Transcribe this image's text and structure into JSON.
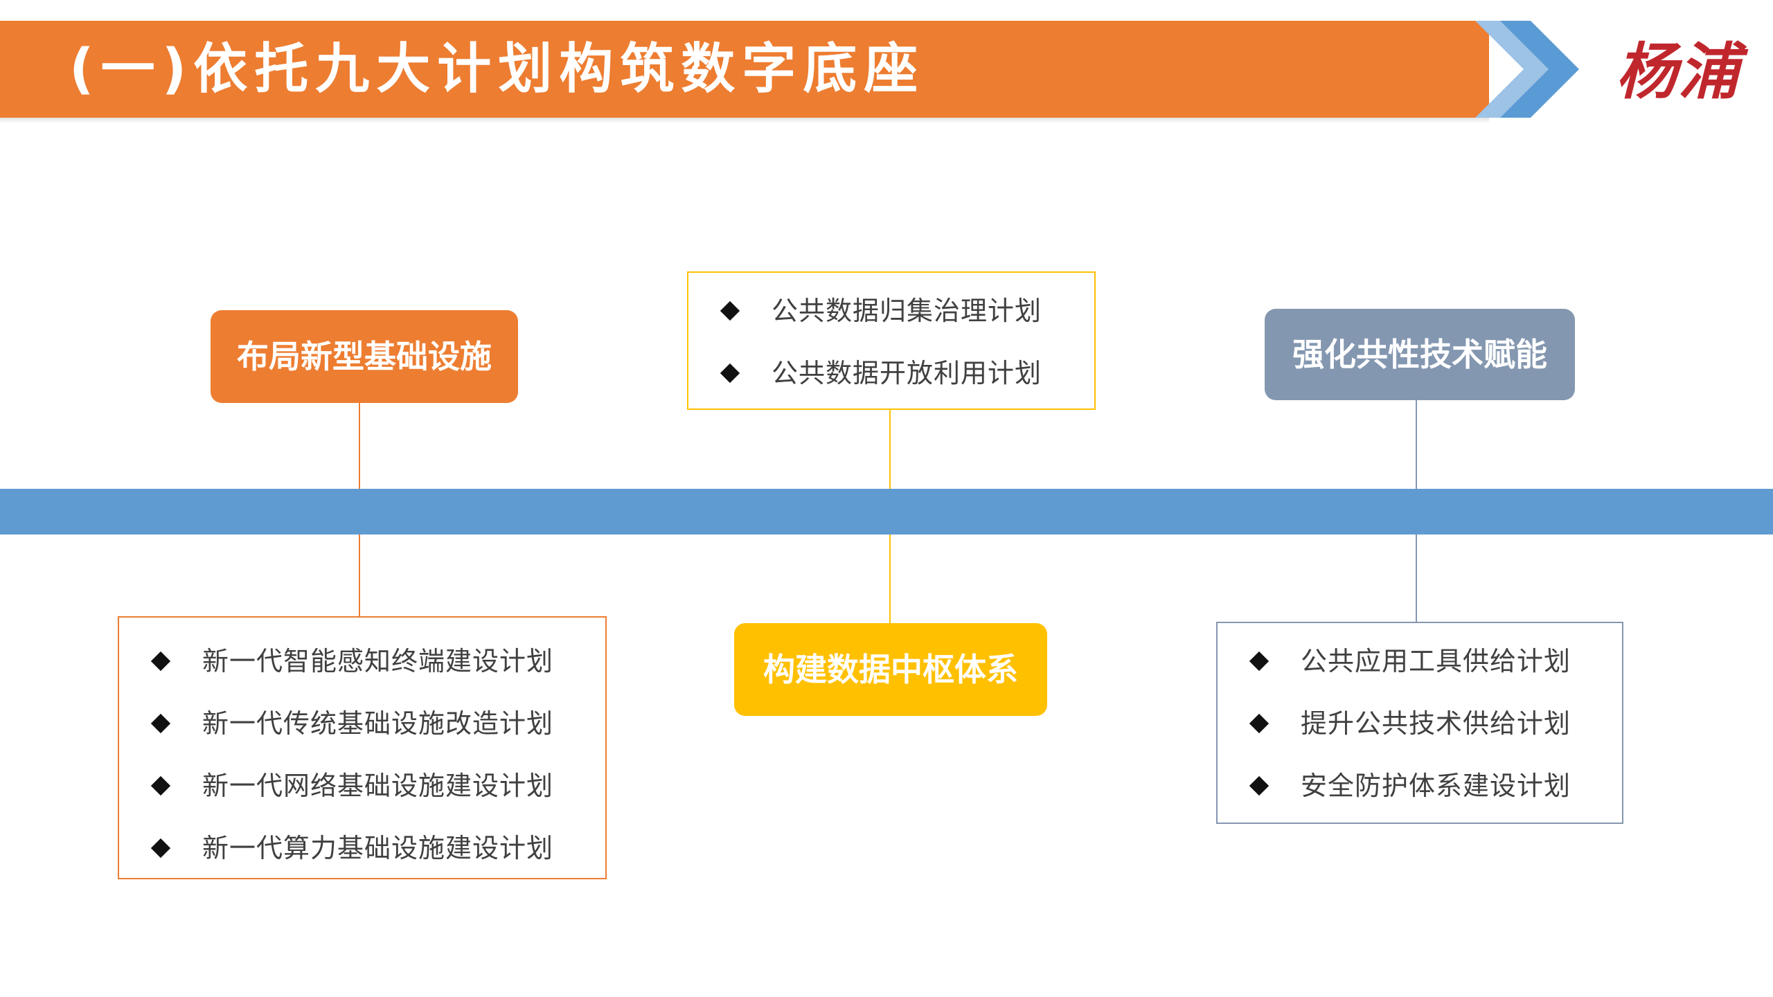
{
  "header": {
    "title": "(一)依托九大计划构筑数字底座",
    "logo_text": "杨浦",
    "colors": {
      "bar": "#ED7D31",
      "chevron_light": "#9DC3E6",
      "chevron_dark": "#5B9BD5",
      "logo": "#C0272D"
    }
  },
  "timeline": {
    "color": "#5F9BD0"
  },
  "nodes": {
    "left": {
      "label": "布局新型基础设施",
      "color": "#ED7D31",
      "items": [
        "新一代智能感知终端建设计划",
        "新一代传统基础设施改造计划",
        "新一代网络基础设施建设计划",
        "新一代算力基础设施建设计划"
      ]
    },
    "center": {
      "label": "构建数据中枢体系",
      "color": "#FFC000",
      "items": [
        "公共数据归集治理计划",
        "公共数据开放利用计划"
      ]
    },
    "right": {
      "label": "强化共性技术赋能",
      "color": "#8497B0",
      "items": [
        "公共应用工具供给计划",
        "提升公共技术供给计划",
        "安全防护体系建设计划"
      ]
    }
  }
}
